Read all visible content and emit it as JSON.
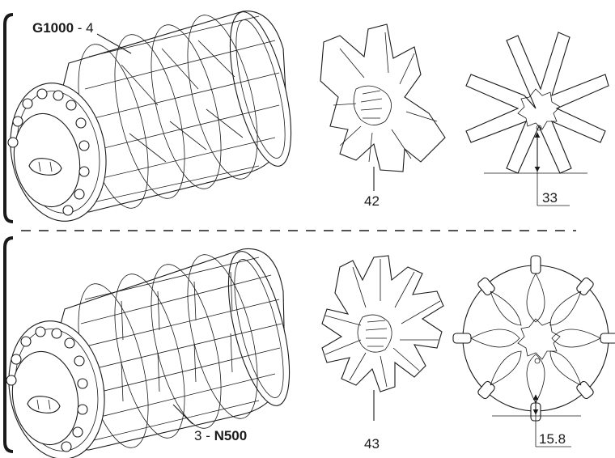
{
  "top_rotor": {
    "model": "G1000",
    "separator": " - ",
    "count": "4",
    "plate_part_number": "42",
    "dimension": "33"
  },
  "bottom_rotor": {
    "model": "N500",
    "separator": " - ",
    "count": "3",
    "plate_part_number": "43",
    "dimension": "15.8"
  },
  "colors": {
    "line": "#1a1a1a",
    "bracket": "#1a1a1a",
    "background": "#ffffff"
  }
}
